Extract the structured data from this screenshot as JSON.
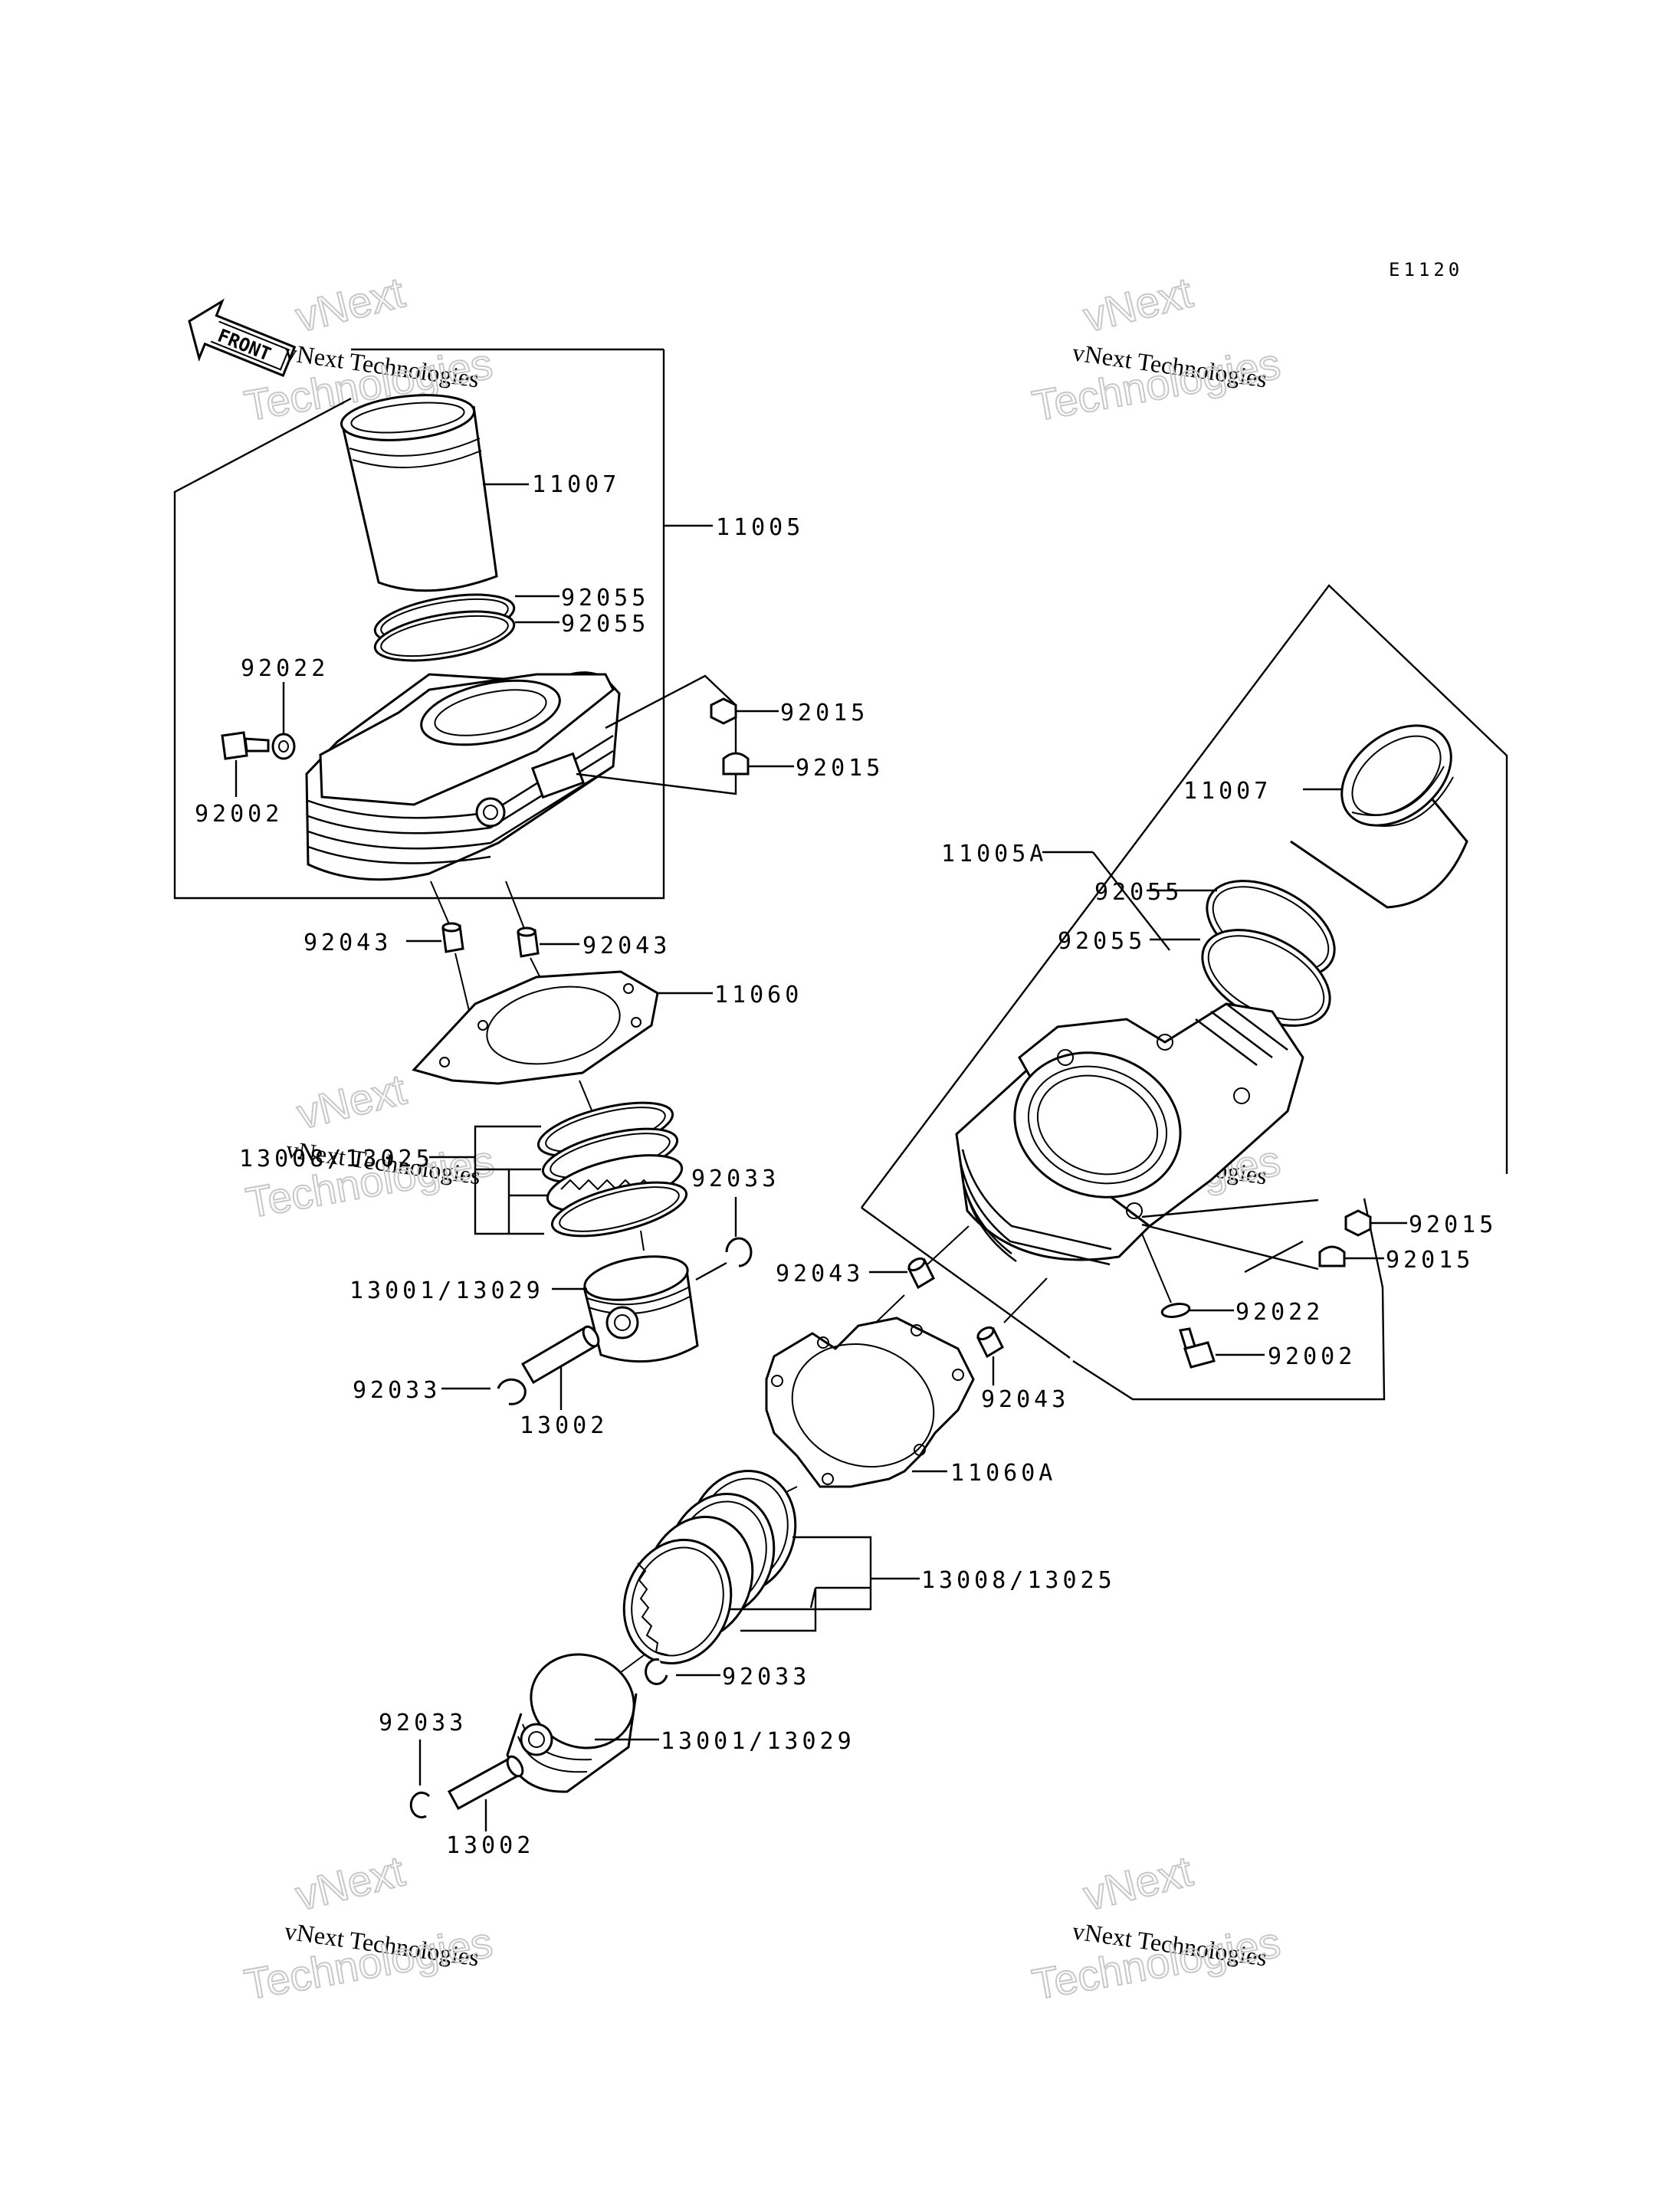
{
  "diagram_code": "E1120",
  "front_label": "FRONT",
  "watermark": {
    "line1": "vNext Technologies",
    "line2a": "vNext",
    "line2b": "Technologies"
  },
  "front_cylinder": {
    "group_label": "11005",
    "parts": {
      "liner": "11007",
      "o_ring_upper": "92055",
      "o_ring_lower": "92055",
      "washer": "92022",
      "bolt": "92002",
      "nut_upper": "92015",
      "nut_lower": "92015",
      "dowel_left": "92043",
      "dowel_right": "92043",
      "base_gasket": "11060",
      "ring_set": "13008/13025",
      "circlip_right": "92033",
      "piston": "13001/13029",
      "circlip_left": "92033",
      "piston_pin": "13002"
    }
  },
  "rear_cylinder": {
    "group_label": "11005A",
    "parts": {
      "liner": "11007",
      "o_ring_upper": "92055",
      "o_ring_lower": "92055",
      "nut_upper": "92015",
      "nut_lower": "92015",
      "washer": "92022",
      "bolt": "92002",
      "dowel_left": "92043",
      "dowel_right": "92043",
      "base_gasket": "11060A",
      "ring_set": "13008/13025",
      "circlip_right": "92033",
      "piston": "13001/13029",
      "circlip_left": "92033",
      "piston_pin": "13002"
    }
  }
}
